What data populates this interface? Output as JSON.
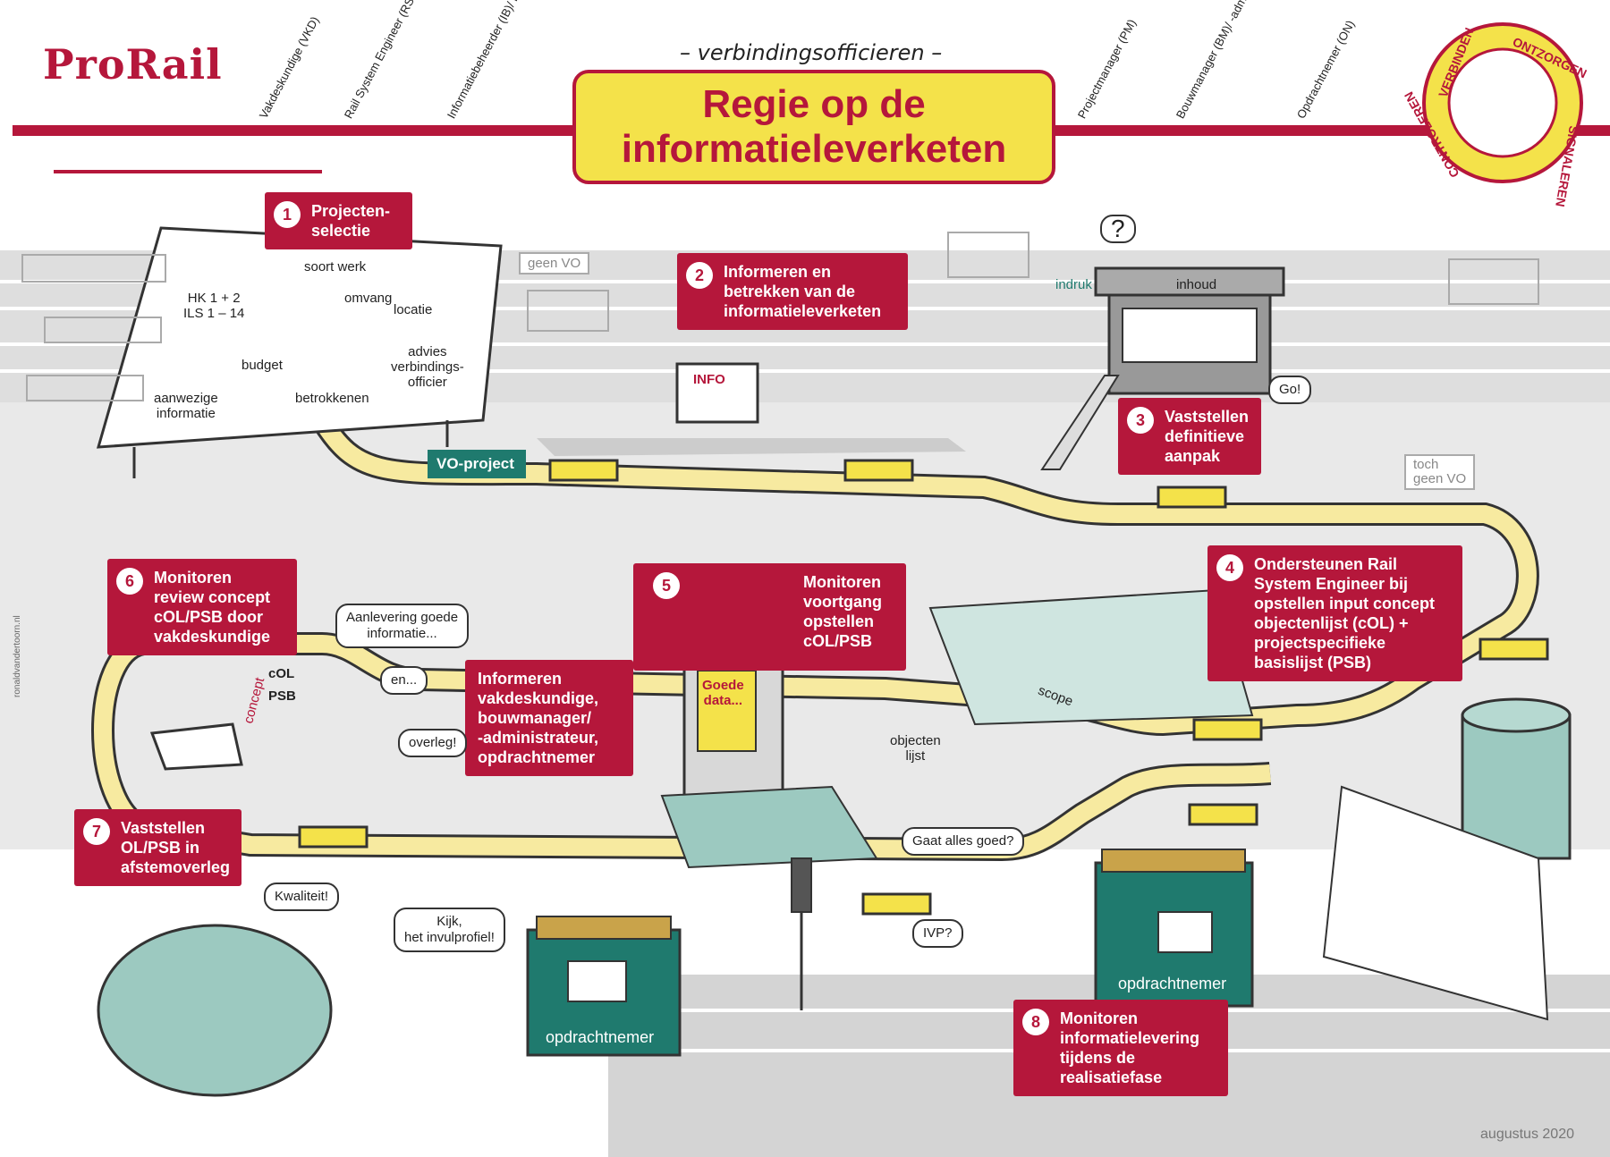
{
  "header": {
    "logo": "ProRail",
    "subtitle": "– verbindingsofficieren –",
    "title_line1": "Regie op de",
    "title_line2": "informatieleverketen"
  },
  "roles": [
    "Vakdeskundige (VKD)",
    "Rail System Engineer (RSE)",
    "Informatiebeheerder (IB)/ informatiespecialist (ISP)",
    "Projectmanager (PM)",
    "Bouwmanager (BM)/ -administrateur (BA)",
    "Opdrachtnemer (ON)"
  ],
  "ring": {
    "words": [
      "VERBINDEN",
      "ONTZORGEN",
      "SIGNALEREN",
      "CONTROLEREN"
    ],
    "colors": {
      "ring": "#f4e24a",
      "text": "#b5173b"
    }
  },
  "steps": [
    {
      "num": "1",
      "text": "Projecten-\nselectie"
    },
    {
      "num": "2",
      "text": "Informeren en\nbetrekken van de\ninformatieleverketen"
    },
    {
      "num": "3",
      "text": "Vaststellen\ndefinitieve\naanpak"
    },
    {
      "num": "4",
      "text": "Ondersteunen Rail\nSystem Engineer bij\nopstellen input concept\nobjectenlijst (cOL) +\nprojectspecifieke\nbasislijst (PSB)"
    },
    {
      "num": "5",
      "text": "Monitoren\nvoortgang\nopstellen\ncOL/PSB"
    },
    {
      "num": "6",
      "text": "Monitoren\nreview concept\ncOL/PSB door\nvakdeskundige"
    },
    {
      "num": "7",
      "text": "Vaststellen\nOL/PSB in\nafstemoverleg"
    },
    {
      "num": "8",
      "text": "Monitoren\ninformatielevering\ntijdens de\nrealisatiefase"
    }
  ],
  "step5_extra": "Informeren\nvakdeskundige,\nbouwmanager/\n-administrateur,\nopdrachtnemer",
  "board_labels": {
    "hk": "HK 1 + 2\nILS 1 – 14",
    "soort_werk": "soort werk",
    "omvang": "omvang",
    "locatie": "locatie",
    "budget": "budget",
    "aanwezige": "aanwezige\ninformatie",
    "betrokkenen": "betrokkenen",
    "advies": "advies\nverbindings-\nofficier"
  },
  "tags": {
    "vo_project": "VO-project",
    "geen_vo": "geen VO",
    "toch_geen_vo": "toch\ngeen VO",
    "indruk": "indruk",
    "inhoud": "inhoud",
    "info": "INFO",
    "scope": "scope",
    "col": "cOL",
    "psb": "PSB",
    "concept": "concept",
    "goede_data": "Goede\ndata...",
    "objectenlijst": "objecten\nlijst",
    "opdrachtnemer": "opdrachtnemer"
  },
  "bubbles": {
    "go": "Go!",
    "question": "?",
    "aanlevering": "Aanlevering goede\ninformatie...",
    "en": "en...",
    "overleg": "overleg!",
    "kwaliteit": "Kwaliteit!",
    "kijk": "Kijk,\nhet invulprofiel!",
    "gaat_alles": "Gaat alles goed?",
    "ivp": "IVP?"
  },
  "footer": {
    "date": "augustus 2020",
    "credit": "ronaldvandertoorn.nl"
  },
  "colors": {
    "brand_red": "#b5173b",
    "yellow": "#f4e24a",
    "teal": "#1f7a6e",
    "track": "#cccccc"
  }
}
